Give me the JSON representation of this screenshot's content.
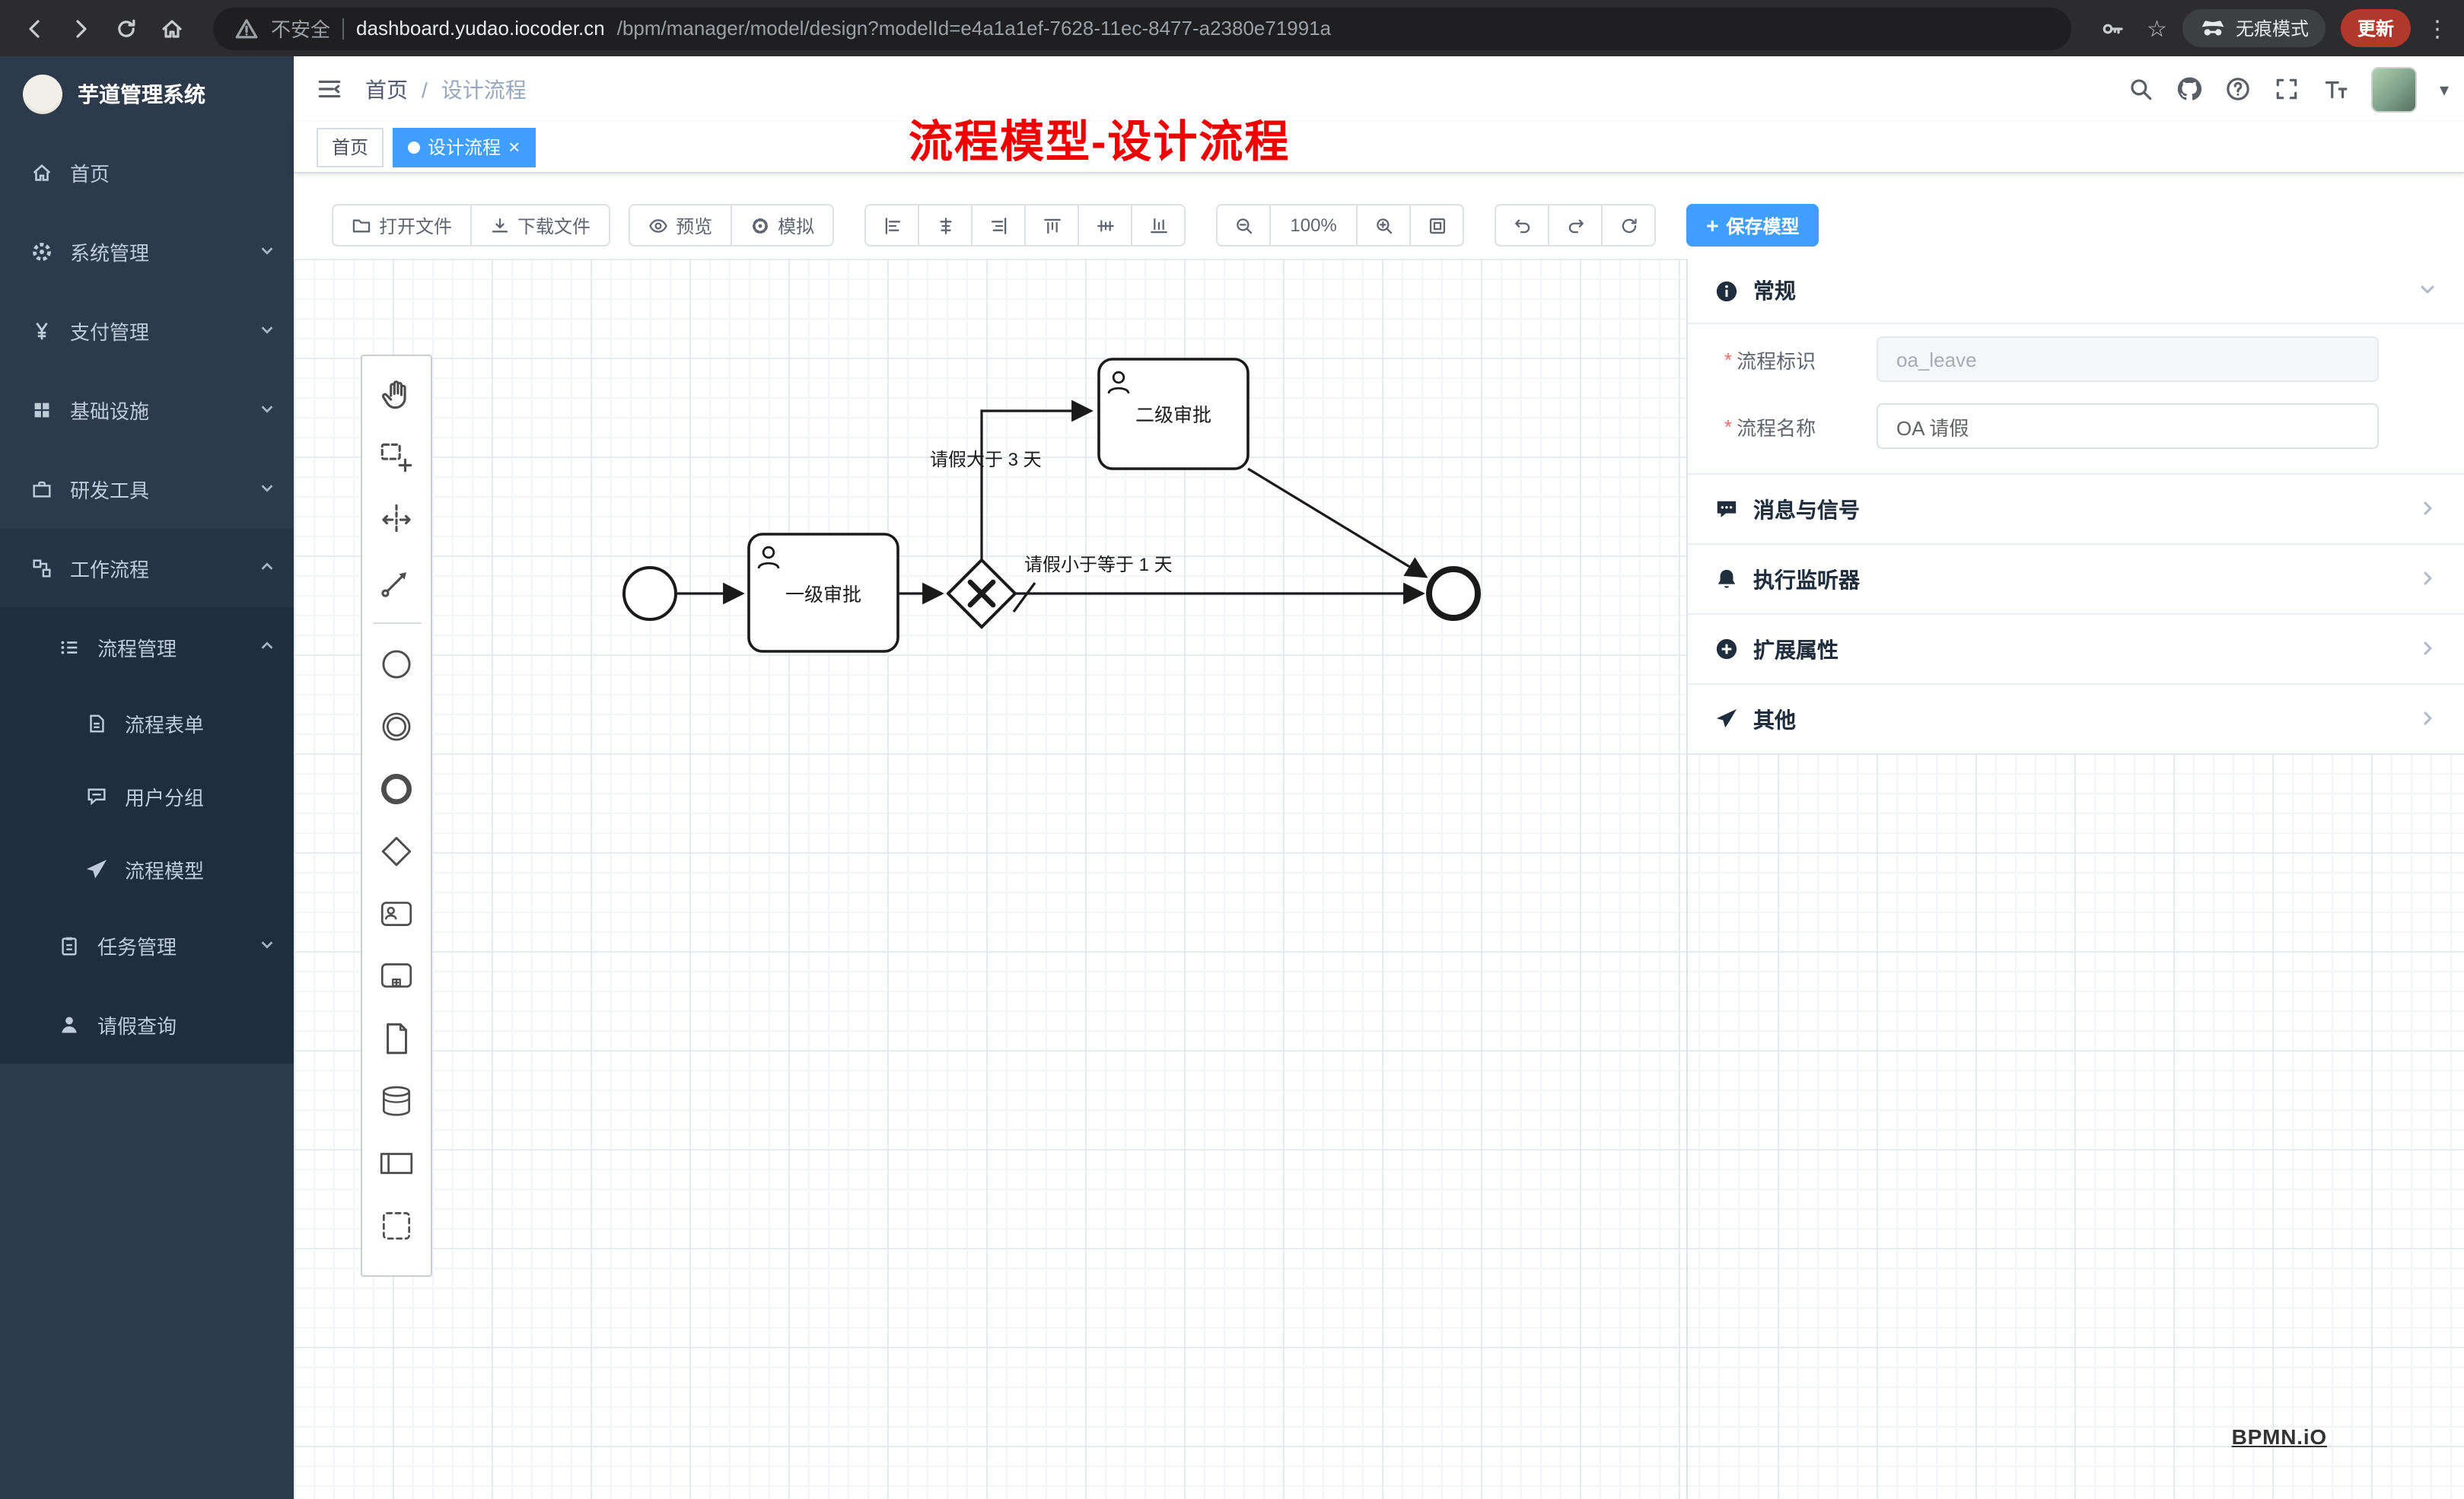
{
  "colors": {
    "accent": "#409eff",
    "danger": "#ee0000",
    "sidebar_bg": "#2d3a4b",
    "submenu_bg": "#1f2d3d"
  },
  "icons": {
    "close": "×",
    "caret": "▾",
    "star": "☆",
    "menu_dots": "⋮",
    "plus": "+"
  },
  "browser": {
    "security": "不安全",
    "domain": "dashboard.yudao.iocoder.cn",
    "path": "/bpm/manager/model/design?modelId=e4a1a1ef-7628-11ec-8477-a2380e71991a",
    "incognito": "无痕模式",
    "update": "更新"
  },
  "sidebar": {
    "logo_text": "芋道管理系统",
    "items": [
      {
        "label": "首页"
      },
      {
        "label": "系统管理"
      },
      {
        "label": "支付管理"
      },
      {
        "label": "基础设施"
      },
      {
        "label": "研发工具"
      },
      {
        "label": "工作流程"
      },
      {
        "label": "流程管理"
      },
      {
        "label": "流程表单"
      },
      {
        "label": "用户分组"
      },
      {
        "label": "流程模型"
      },
      {
        "label": "任务管理"
      },
      {
        "label": "请假查询"
      }
    ]
  },
  "header": {
    "breadcrumb": [
      "首页",
      "设计流程"
    ],
    "breadcrumb_sep": "/",
    "annotation": "流程模型-设计流程"
  },
  "tabs": [
    {
      "label": "首页"
    },
    {
      "label": "设计流程"
    }
  ],
  "toolbar": {
    "open_file": "打开文件",
    "download_file": "下载文件",
    "preview": "预览",
    "simulate": "模拟",
    "zoom_level": "100%",
    "save": "保存模型"
  },
  "diagram": {
    "task1": "一级审批",
    "task2": "二级审批",
    "flow_gt": "请假大于 3 天",
    "flow_le": "请假小于等于 1 天"
  },
  "panel": {
    "general": "常规",
    "required_mark": "*",
    "fields": [
      {
        "label": "流程标识",
        "value": "oa_leave"
      },
      {
        "label": "流程名称",
        "value": "OA 请假"
      }
    ],
    "sections": [
      {
        "label": "消息与信号"
      },
      {
        "label": "执行监听器"
      },
      {
        "label": "扩展属性"
      },
      {
        "label": "其他"
      }
    ]
  },
  "misc": {
    "bpmn_logo": "BPMN.iO"
  }
}
